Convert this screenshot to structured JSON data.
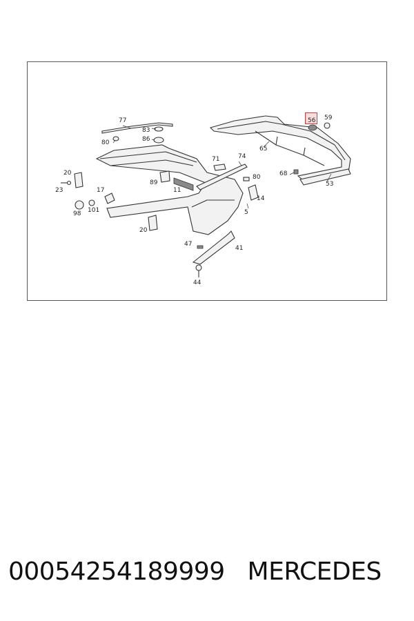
{
  "diagram": {
    "callouts": {
      "c77": "77",
      "c83": "83",
      "c86": "86",
      "c80a": "80",
      "c56": "56",
      "c59": "59",
      "c65": "65",
      "c71": "71",
      "c74": "74",
      "c80b": "80",
      "c68": "68",
      "c53": "53",
      "c20a": "20",
      "c23": "23",
      "c89": "89",
      "c11": "11",
      "c17": "17",
      "c14": "14",
      "c98": "98",
      "c101": "101",
      "c5": "5",
      "c20b": "20",
      "c47": "47",
      "c41": "41",
      "c44": "44"
    },
    "highlighted_part": "56",
    "highlight_color": "#d03a3a"
  },
  "footer": {
    "part_number": "00054254189999",
    "brand": "MERCEDES"
  }
}
